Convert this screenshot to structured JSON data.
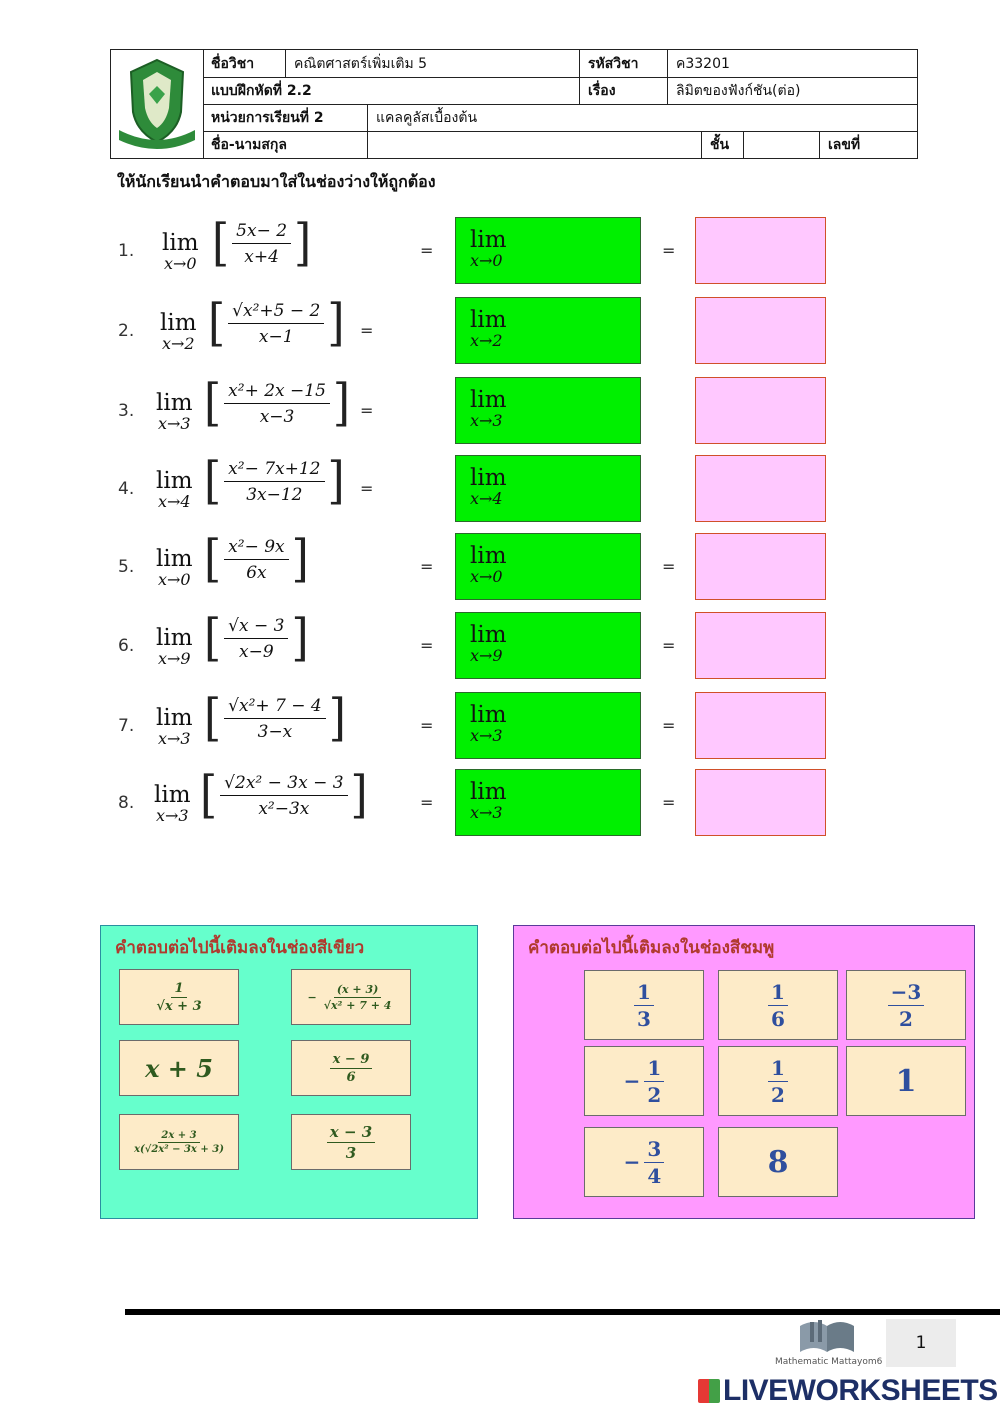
{
  "header": {
    "subject_label": "ชื่อวิชา",
    "subject_value": "คณิตศาสตร์เพิ่มเติม 5",
    "code_label": "รหัสวิชา",
    "code_value": "ค33201",
    "exercise_label": "แบบฝึกหัดที่ 2.2",
    "topic_label": "เรื่อง",
    "topic_value": "ลิมิตของฟังก์ชัน(ต่อ)",
    "unit_label": "หน่วยการเรียนที่  2",
    "unit_value": "แคลคูลัสเบื้องต้น",
    "name_label": "ชื่อ-นามสกุล",
    "class_label": "ชั้น",
    "number_label": "เลขที่"
  },
  "instruction": "ให้นักเรียนนำคำตอบมาใส่ในช่องว่างให้ถูกต้อง",
  "lim_word": "lim",
  "equals": "=",
  "problems": [
    {
      "num": "1.",
      "sub": "x→0",
      "numerator": "5x− 2",
      "denominator": "x+4"
    },
    {
      "num": "2.",
      "sub": "x→2",
      "numerator": "√x²+5 − 2",
      "denominator": "x−1"
    },
    {
      "num": "3.",
      "sub": "x→3",
      "numerator": "x²+ 2x −15",
      "denominator": "x−3"
    },
    {
      "num": "4.",
      "sub": "x→4",
      "numerator": "x²− 7x+12",
      "denominator": "3x−12"
    },
    {
      "num": "5.",
      "sub": "x→0",
      "numerator": "x²− 9x",
      "denominator": "6x"
    },
    {
      "num": "6.",
      "sub": "x→9",
      "numerator": "√x − 3",
      "denominator": "x−9"
    },
    {
      "num": "7.",
      "sub": "x→3",
      "numerator": "√x²+ 7 − 4",
      "denominator": "3−x"
    },
    {
      "num": "8.",
      "sub": "x→3",
      "numerator": "√2x² − 3x − 3",
      "denominator": "x²−3x"
    }
  ],
  "green_panel": {
    "title": "คำตอบต่อไปนี้เติมลงในช่องสีเขียว",
    "cards": [
      {
        "n": "1",
        "d": "√x + 3"
      },
      {
        "neg": "−",
        "n": "(x + 3)",
        "d": "√x² + 7 + 4"
      },
      {
        "text": "x + 5"
      },
      {
        "n": "x − 9",
        "d": "6"
      },
      {
        "n": "2x + 3",
        "d": "x(√2x² − 3x + 3)"
      },
      {
        "n": "x − 3",
        "d": "3"
      }
    ]
  },
  "pink_panel": {
    "title": "คำตอบต่อไปนี้เติมลงในช่องสีชมพู",
    "cards": [
      {
        "n": "1",
        "d": "3"
      },
      {
        "n": "1",
        "d": "6"
      },
      {
        "n": "−3",
        "d": "2"
      },
      {
        "neg": "−",
        "n": "1",
        "d": "2"
      },
      {
        "n": "1",
        "d": "2"
      },
      {
        "text": "1"
      },
      {
        "neg": "−",
        "n": "3",
        "d": "4"
      },
      {
        "text": "8"
      }
    ]
  },
  "footer": {
    "page_number": "1",
    "school_text": "Mathematic Mattayom6",
    "brand": "LIVEWORKSHEETS"
  },
  "colors": {
    "green_box": "#00f000",
    "pink_box": "#ffc8ff",
    "green_panel": "#66ffcc",
    "pink_panel": "#ff99ff",
    "card_fill": "#fdebc8"
  }
}
